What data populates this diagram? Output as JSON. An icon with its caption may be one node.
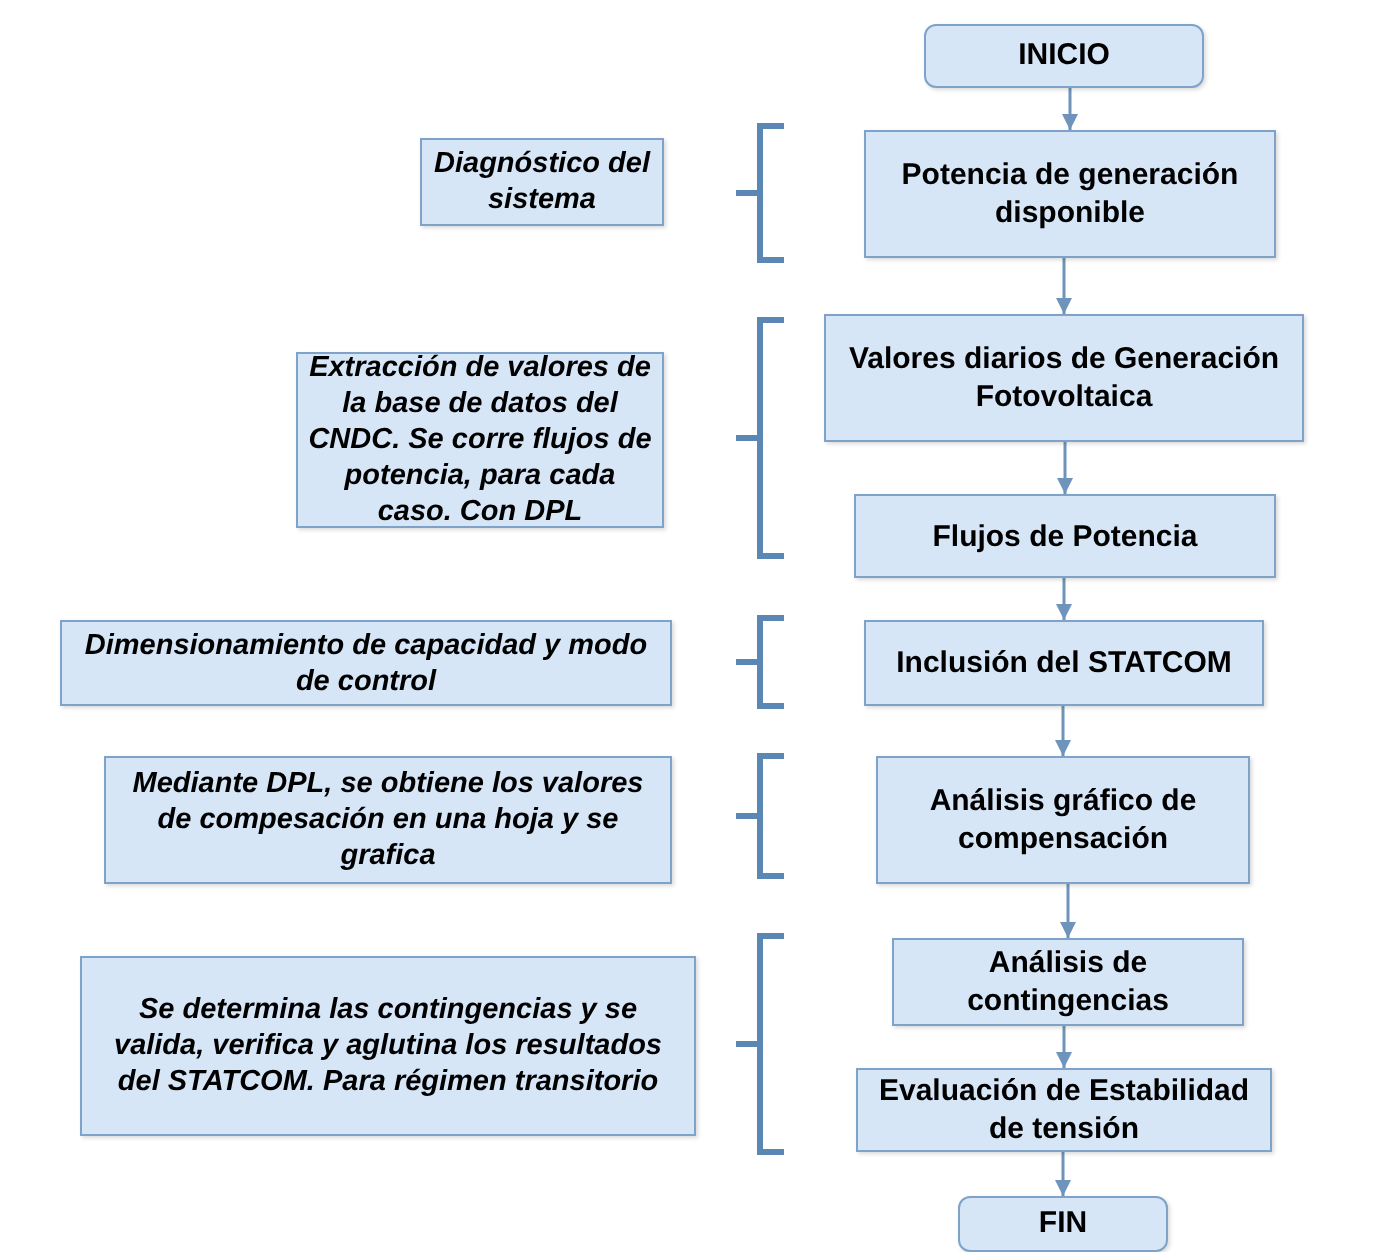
{
  "diagram": {
    "nodes": [
      {
        "text": [
          "INICIO"
        ]
      },
      {
        "text": [
          "Diagnóstico del sistema"
        ]
      },
      {
        "text": [
          "Potencia de generación disponible"
        ]
      },
      {
        "text": [
          "Extracción de valores de la base de datos del CNDC. Se corre flujos de potencia, para cada caso. Con DPL"
        ]
      },
      {
        "text": [
          "Valores diarios de Generación Fotovoltaica"
        ]
      },
      {
        "text": [
          "Flujos de Potencia"
        ]
      },
      {
        "text": [
          "Dimensionamiento de capacidad y modo de control"
        ]
      },
      {
        "text": [
          "Inclusión del STATCOM"
        ]
      },
      {
        "text": [
          "Mediante DPL, se obtiene los valores de compesación en una hoja y se grafica"
        ]
      },
      {
        "text": [
          "Análisis gráfico de compensación"
        ]
      },
      {
        "text": [
          "Se determina las contingencias y se valida, verifica y aglutina los resultados del STATCOM. Para régimen transitorio"
        ]
      },
      {
        "text": [
          "Análisis de contingencias"
        ]
      },
      {
        "text": [
          "Evaluación de Estabilidad de tensión"
        ]
      },
      {
        "text": [
          "FIN"
        ]
      }
    ],
    "edges": [
      {
        "from": 0,
        "to": 2,
        "arrow": "to"
      },
      {
        "from": 2,
        "to": 4,
        "arrow": "to"
      },
      {
        "from": 4,
        "to": 5,
        "arrow": "to"
      },
      {
        "from": 5,
        "to": 7,
        "arrow": "to"
      },
      {
        "from": 7,
        "to": 9,
        "arrow": "to"
      },
      {
        "from": 9,
        "to": 11,
        "arrow": "to"
      },
      {
        "from": 11,
        "to": 12,
        "arrow": "to"
      },
      {
        "from": 12,
        "to": 13,
        "arrow": "to"
      }
    ]
  }
}
